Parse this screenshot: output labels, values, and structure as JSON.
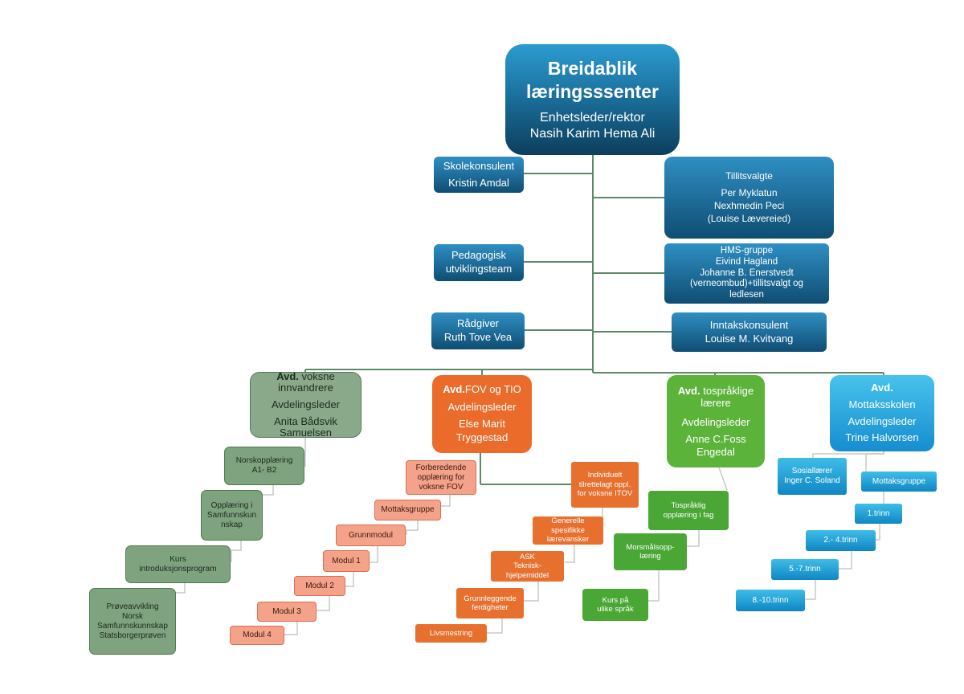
{
  "root": {
    "title_line1": "Breidablik",
    "title_line2": "læringsssenter",
    "role": "Enhetsleder/rektor",
    "name": "Nasih Karim Hema Ali"
  },
  "staff": {
    "skolekonsulent": {
      "title": "Skolekonsulent",
      "name": "Kristin Amdal"
    },
    "pedagogisk": {
      "line1": "Pedagogisk",
      "line2": "utviklingsteam"
    },
    "radgiver": {
      "title": "Rådgiver",
      "name": "Ruth Tove Vea"
    },
    "tillitsvalgte": {
      "title": "Tillitsvalgte",
      "lines": [
        "Per Myklatun",
        "Nexhmedin Peci",
        "(Louise Lævereied)"
      ]
    },
    "hms": {
      "lines": [
        "HMS-gruppe",
        "Eivind Hagland",
        "Johanne B. Enerstvedt",
        "(verneombud)+tillitsvalgt og",
        "ledlesen"
      ]
    },
    "inntak": {
      "title": "Inntakskonsulent",
      "name": "Louise M. Kvitvang"
    }
  },
  "departments": {
    "voksne": {
      "prefix": "Avd.",
      "name_rest": " voksne",
      "name_line2": "innvandrere",
      "role": "Avdelingsleder",
      "leader_lines": [
        "Anita Bådsvik",
        "Samuelsen"
      ],
      "items": [
        [
          "Norskopplæring",
          "A1- B2"
        ],
        [
          "Opplæring i",
          "Samfunnskun",
          "nskap"
        ],
        [
          "Kurs",
          "introduksjonsprogram"
        ],
        [
          "Prøveavvikling",
          "Norsk",
          "Samfunnskunnskap",
          "Statsborgerprøven"
        ]
      ]
    },
    "fov": {
      "prefix": "Avd.",
      "name_rest": "FOV og TIO",
      "role": "Avdelingsleder",
      "leader_lines": [
        "Else Marit",
        "Tryggestad"
      ],
      "fov_items": [
        [
          "Forberedende",
          "opplæring for",
          "voksne FOV"
        ],
        [
          "Mottaksgruppe"
        ],
        [
          "Grunnmodul"
        ],
        [
          "Modul 1"
        ],
        [
          "Modul 2"
        ],
        [
          "Modul 3"
        ],
        [
          "Modul 4"
        ]
      ],
      "tio_items": [
        [
          "Individuelt",
          "tilrettelagt oppl.",
          "for voksne  ITOV"
        ],
        [
          "Generelle",
          "spesifikke",
          "lærevansker"
        ],
        [
          "ASK",
          "Teknisk-",
          "hjelpemiddel"
        ],
        [
          "Grunnleggende",
          "ferdigheter"
        ],
        [
          "Livsmestring"
        ]
      ]
    },
    "tospraklige": {
      "prefix": "Avd.",
      "name_rest": " tospråklige",
      "name_line2": "lærere",
      "role": "Avdelingsleder",
      "leader_lines": [
        "Anne C.Foss",
        "Engedal"
      ],
      "items": [
        [
          "Tospråklig",
          "opplæring i fag"
        ],
        [
          "Morsmålsopp-",
          "læring"
        ],
        [
          "Kurs på",
          "ulike språk"
        ]
      ]
    },
    "mottak": {
      "prefix": "Avd.",
      "name_line2": "Mottaksskolen",
      "role": "Avdelingsleder",
      "leader_lines": [
        "Trine Halvorsen"
      ],
      "sosial": [
        "Sosiallærer",
        "Inger C. Soland"
      ],
      "items": [
        [
          "Mottaksgruppe"
        ],
        [
          "1.trinn"
        ],
        [
          "2.- 4.trinn"
        ],
        [
          "5.-7.trinn"
        ],
        [
          "8.-10.trinn"
        ]
      ]
    }
  },
  "colors": {
    "connector": "#5d8a66",
    "sub_connector": "#c8c8c8"
  }
}
